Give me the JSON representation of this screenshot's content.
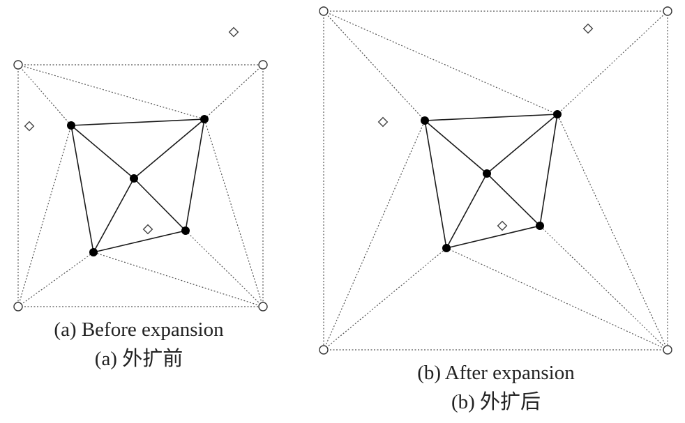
{
  "panels": [
    {
      "id": "a",
      "caption_en": "(a) Before expansion",
      "caption_zh": "(a) 外扩前"
    },
    {
      "id": "b",
      "caption_en": "(b) After expansion",
      "caption_zh": "(b) 外扩后"
    }
  ],
  "legend": {
    "solid_node": "filled-circle",
    "outer_node": "open-circle",
    "extra_point": "open-diamond"
  }
}
